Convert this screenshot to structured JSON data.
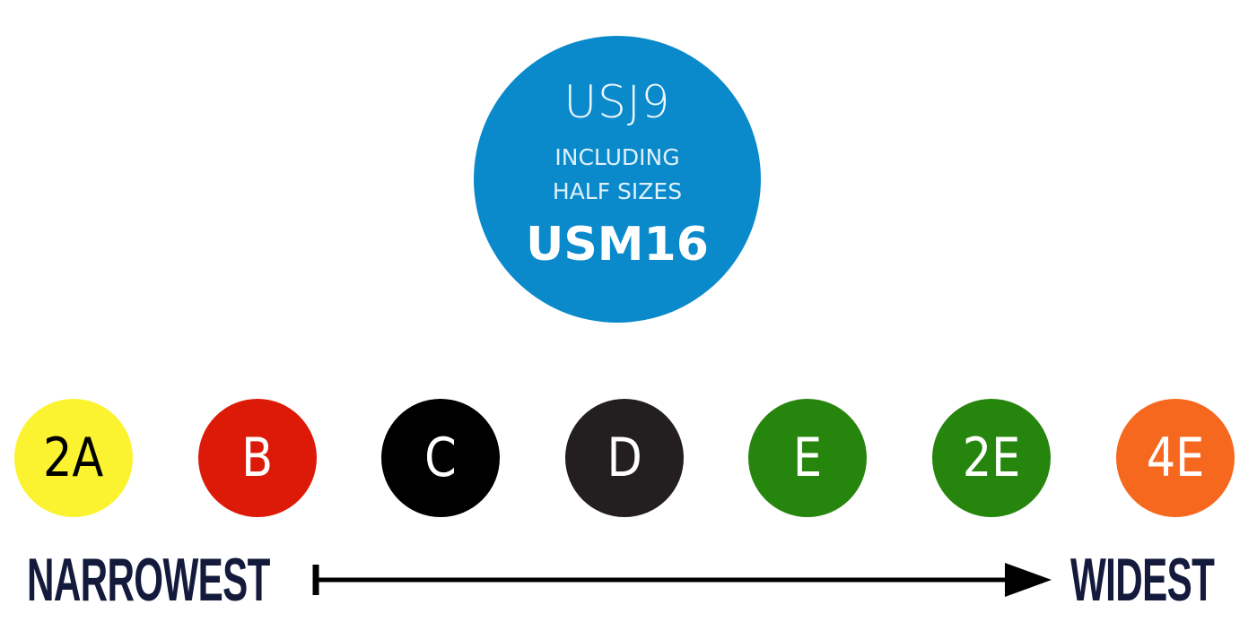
{
  "size_badge": {
    "line1": "USJ9",
    "line2": "INCLUDING",
    "line3": "HALF SIZES",
    "line4": "USM16",
    "color": "#0a8acb"
  },
  "widths": [
    {
      "label": "2A",
      "color": "#fbf32f",
      "text_color": "#000000"
    },
    {
      "label": "B",
      "color": "#dd1a07",
      "text_color": "#ffffff"
    },
    {
      "label": "C",
      "color": "#000000",
      "text_color": "#ffffff"
    },
    {
      "label": "D",
      "color": "#231f20",
      "text_color": "#ffffff"
    },
    {
      "label": "E",
      "color": "#26850d",
      "text_color": "#ffffff"
    },
    {
      "label": "2E",
      "color": "#26850d",
      "text_color": "#ffffff"
    },
    {
      "label": "4E",
      "color": "#f7681f",
      "text_color": "#ffffff"
    }
  ],
  "scale": {
    "left_label": "NARROWEST",
    "right_label": "WIDEST"
  }
}
